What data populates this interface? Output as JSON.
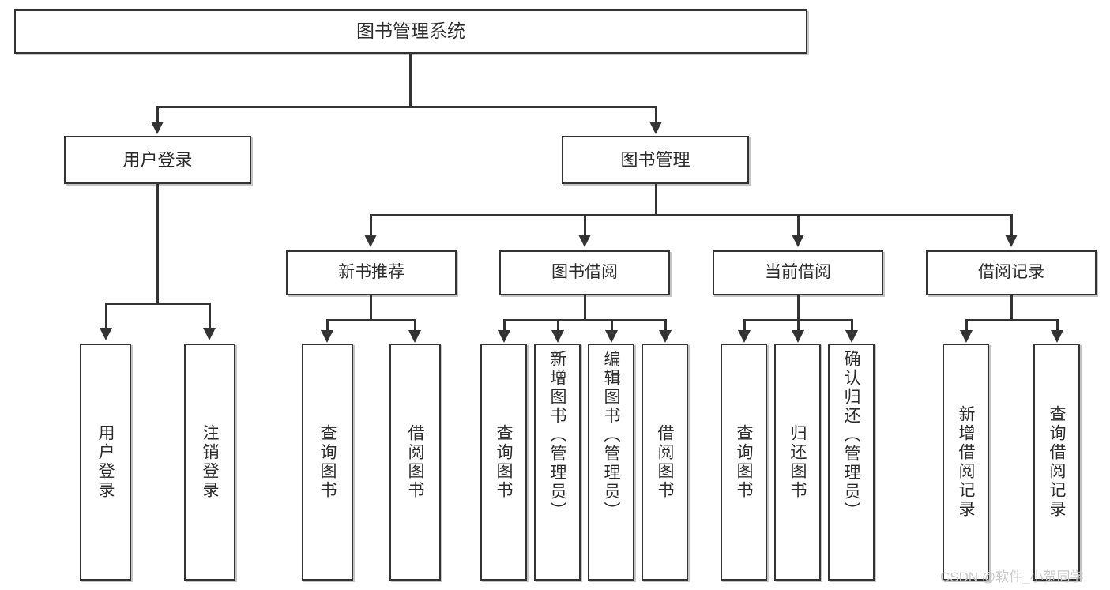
{
  "diagram": {
    "title": "图书管理系统",
    "root": {
      "label": "图书管理系统"
    },
    "level1": [
      {
        "label": "用户登录"
      },
      {
        "label": "图书管理"
      }
    ],
    "level2": [
      {
        "label": "新书推荐"
      },
      {
        "label": "图书借阅"
      },
      {
        "label": "当前借阅"
      },
      {
        "label": "借阅记录"
      }
    ],
    "leaves": {
      "user_login": [
        {
          "label": "用户登录"
        },
        {
          "label": "注销登录"
        }
      ],
      "new_book_recommend": [
        {
          "label": "查询图书"
        },
        {
          "label": "借阅图书"
        }
      ],
      "book_borrow": [
        {
          "label": "查询图书"
        },
        {
          "label": "新增图书（管理员）"
        },
        {
          "label": "编辑图书（管理员）"
        },
        {
          "label": "借阅图书"
        }
      ],
      "current_borrow": [
        {
          "label": "查询图书"
        },
        {
          "label": "归还图书"
        },
        {
          "label": "确认归还（管理员）"
        }
      ],
      "borrow_record": [
        {
          "label": "新增借阅记录"
        },
        {
          "label": "查询借阅记录"
        }
      ]
    }
  },
  "watermark": {
    "text": "CSDN @软件_小贺同学",
    "color": "#c9c9c9"
  },
  "colors": {
    "box_border": "#333333",
    "box_fill": "#ffffff",
    "connector": "#333333",
    "text": "#2b2b2b",
    "background": "#ffffff"
  }
}
